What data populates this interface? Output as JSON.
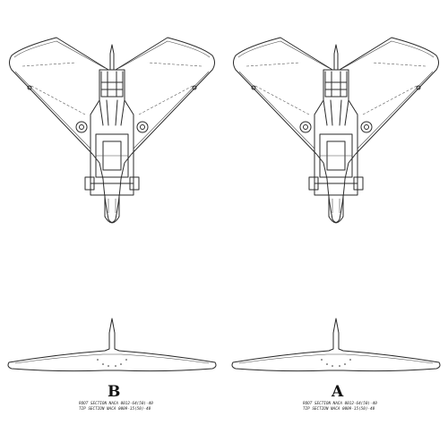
{
  "views": [
    {
      "id": "left",
      "label": "B",
      "caption_lines": [
        "ROOT SECTION NACA 0012-64(50)-40",
        "TIP SECTION NACA 0009-15(50)-40"
      ]
    },
    {
      "id": "right",
      "label": "A",
      "caption_lines": [
        "ROOT SECTION NACA 0012-64(50)-40",
        "TIP SECTION NACA 0009-15(50)-40"
      ]
    }
  ],
  "colors": {
    "ink": "#2a2a2a",
    "paper": "#ffffff"
  }
}
